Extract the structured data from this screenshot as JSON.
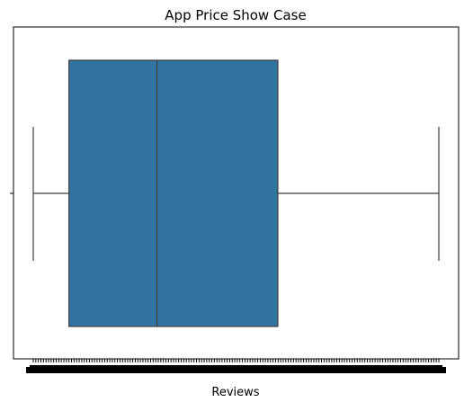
{
  "chart_data": {
    "type": "boxplot",
    "title": "App Price Show Case",
    "xlabel": "Reviews",
    "ylabel": "",
    "orientation": "horizontal",
    "series": [
      {
        "color": "#3274a1",
        "min": 0,
        "q1": 8.8,
        "median": 30.5,
        "q3": 60.3,
        "max": 100
      }
    ],
    "xlim": [
      -5,
      105
    ],
    "grid": false,
    "x_tick_labels_note": "dense overlapping tick labels rendered as a solid black band"
  }
}
